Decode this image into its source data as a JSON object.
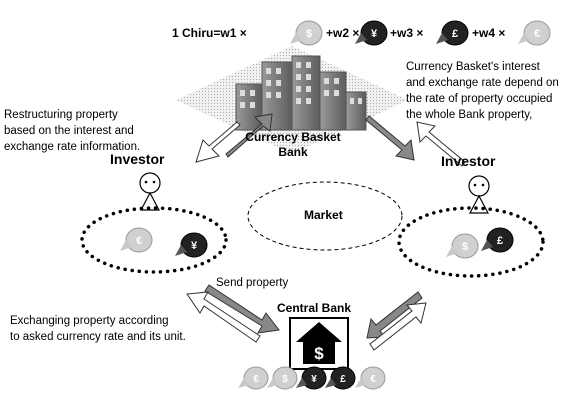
{
  "formula": {
    "lhs": "1 Chiru",
    "eq": "=",
    "w1": "w1",
    "w2": "w2",
    "w3": "w3",
    "w4": "w4",
    "times": "×",
    "plus": "+"
  },
  "currency_symbols": {
    "dollar": "$",
    "yen": "¥",
    "pound": "£",
    "euro": "€"
  },
  "annotations": {
    "basket_note_lines": [
      "Currency Basket's interest",
      "and exchange rate depend on",
      "the rate of property occupied",
      "the whole Bank property,"
    ],
    "restructuring_lines": [
      "Restructuring property",
      "based on the interest and",
      "exchange rate information."
    ],
    "exchanging_lines": [
      "Exchanging property according",
      "to asked currency rate and its unit."
    ],
    "send_property": "Send property"
  },
  "nodes": {
    "basket_bank_line1": "Currency Basket",
    "basket_bank_line2": "Bank",
    "investor_left": "Investor",
    "investor_right": "Investor",
    "market": "Market",
    "central_bank": "Central Bank",
    "central_bank_symbol": "$"
  },
  "colors": {
    "arrow_shade": "#888888",
    "coin_light": "#bbbbbb",
    "coin_dark": "#222222",
    "building": "#777777"
  }
}
